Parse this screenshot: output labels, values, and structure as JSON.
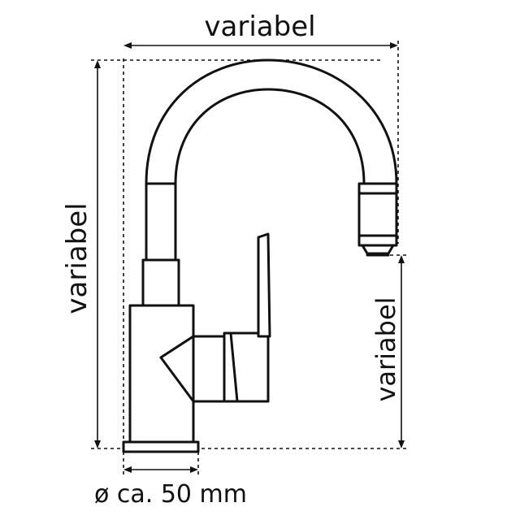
{
  "dimensions": {
    "spout_reach": "variabel",
    "total_height": "variabel",
    "outlet_height": "variabel",
    "base_diameter": "ø ca. 50 mm"
  },
  "colors": {
    "line": "#111111",
    "background": "#ffffff"
  }
}
